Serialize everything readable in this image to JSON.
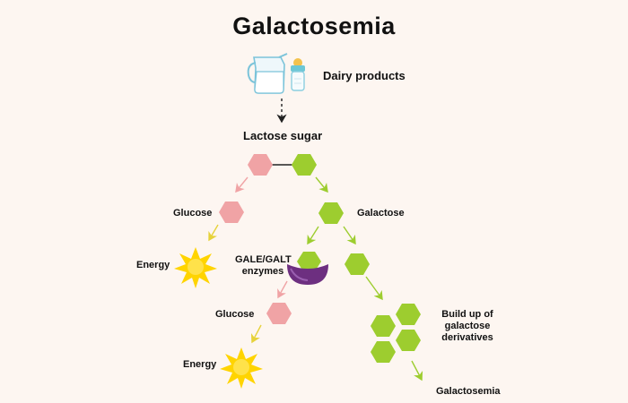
{
  "title": "Galactosemia",
  "labels": {
    "dairy": "Dairy products",
    "lactose": "Lactose sugar",
    "glucose_1": "Glucose",
    "galactose": "Galactose",
    "energy_1": "Energy",
    "enzymes_line1": "GALE/GALT",
    "enzymes_line2": "enzymes",
    "glucose_2": "Glucose",
    "energy_2": "Energy",
    "buildup_line1": "Build up of",
    "buildup_line2": "galactose",
    "buildup_line3": "derivatives",
    "outcome": "Galactosemia"
  },
  "colors": {
    "background": "#fdf6f1",
    "glucose": "#f0a3a5",
    "galactose": "#9dcd2f",
    "enzyme": "#6d2f80",
    "energy": "#ffd400",
    "arrow_glucose": "#f0a3a5",
    "arrow_galactose": "#9dcd2f",
    "arrow_energy": "#e6d23a"
  },
  "icons": [
    "milk-jug-icon",
    "baby-bottle-icon",
    "sun-icon"
  ]
}
